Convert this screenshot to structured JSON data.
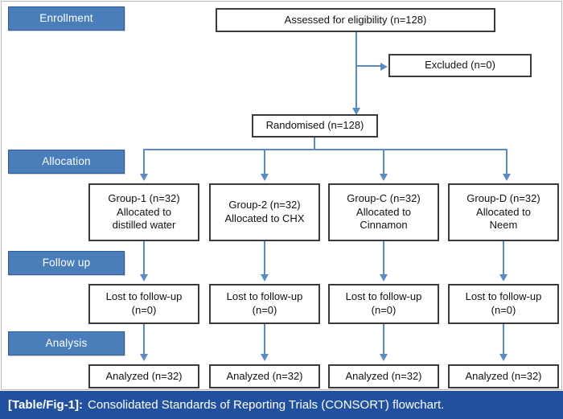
{
  "figure": {
    "caption_tag": "[Table/Fig-1]:",
    "caption_text": "Consolidated Standards of Reporting Trials (CONSORT) flowchart."
  },
  "colors": {
    "badge_fill": "#4a7ebb",
    "badge_border": "#2f5f94",
    "box_border": "#3a3a3a",
    "connector": "#5b8bc4",
    "caption_bar": "#20509e",
    "text": "#111111"
  },
  "stages": [
    {
      "id": "enrollment",
      "label": "Enrollment"
    },
    {
      "id": "allocation",
      "label": "Allocation"
    },
    {
      "id": "followup",
      "label": "Follow up"
    },
    {
      "id": "analysis",
      "label": "Analysis"
    }
  ],
  "enrollment": {
    "assessed": {
      "lines": [
        "Assessed for eligibility (n=128)"
      ]
    },
    "excluded": {
      "lines": [
        "Excluded (n=0)"
      ]
    },
    "randomised": {
      "lines": [
        "Randomised (n=128)"
      ]
    }
  },
  "allocation": {
    "groups": [
      {
        "id": "group-1",
        "lines": [
          "Group-1 (n=32)",
          "Allocated to",
          "distilled water"
        ]
      },
      {
        "id": "group-2",
        "lines": [
          "Group-2 (n=32)",
          "Allocated to CHX"
        ]
      },
      {
        "id": "group-c",
        "lines": [
          "Group-C (n=32)",
          "Allocated to",
          "Cinnamon"
        ]
      },
      {
        "id": "group-d",
        "lines": [
          "Group-D (n=32)",
          "Allocated to",
          "Neem"
        ]
      }
    ]
  },
  "followup": {
    "boxes": [
      {
        "id": "lost-1",
        "lines": [
          "Lost to follow-up",
          "(n=0)"
        ]
      },
      {
        "id": "lost-2",
        "lines": [
          "Lost to follow-up",
          "(n=0)"
        ]
      },
      {
        "id": "lost-3",
        "lines": [
          "Lost to follow-up",
          "(n=0)"
        ]
      },
      {
        "id": "lost-4",
        "lines": [
          "Lost to follow-up",
          "(n=0)"
        ]
      }
    ]
  },
  "analysis": {
    "boxes": [
      {
        "id": "analyzed-1",
        "lines": [
          "Analyzed (n=32)"
        ]
      },
      {
        "id": "analyzed-2",
        "lines": [
          "Analyzed (n=32)"
        ]
      },
      {
        "id": "analyzed-3",
        "lines": [
          "Analyzed (n=32)"
        ]
      },
      {
        "id": "analyzed-4",
        "lines": [
          "Analyzed (n=32)"
        ]
      }
    ]
  }
}
